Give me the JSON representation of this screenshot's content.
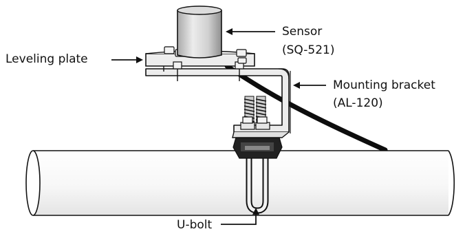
{
  "labels": {
    "leveling_plate": "Leveling plate",
    "sensor_line1": "Sensor",
    "sensor_line2": "(SQ-521)",
    "mounting_bracket_line1": "Mounting bracket",
    "mounting_bracket_line2": "(AL-120)",
    "u_bolt": "U-bolt"
  },
  "colors": {
    "line": "#111111",
    "cable": "#0d0d0d",
    "sensor_body": "#d9d9d9",
    "metal": "#e8e8e8",
    "background": "#ffffff"
  }
}
